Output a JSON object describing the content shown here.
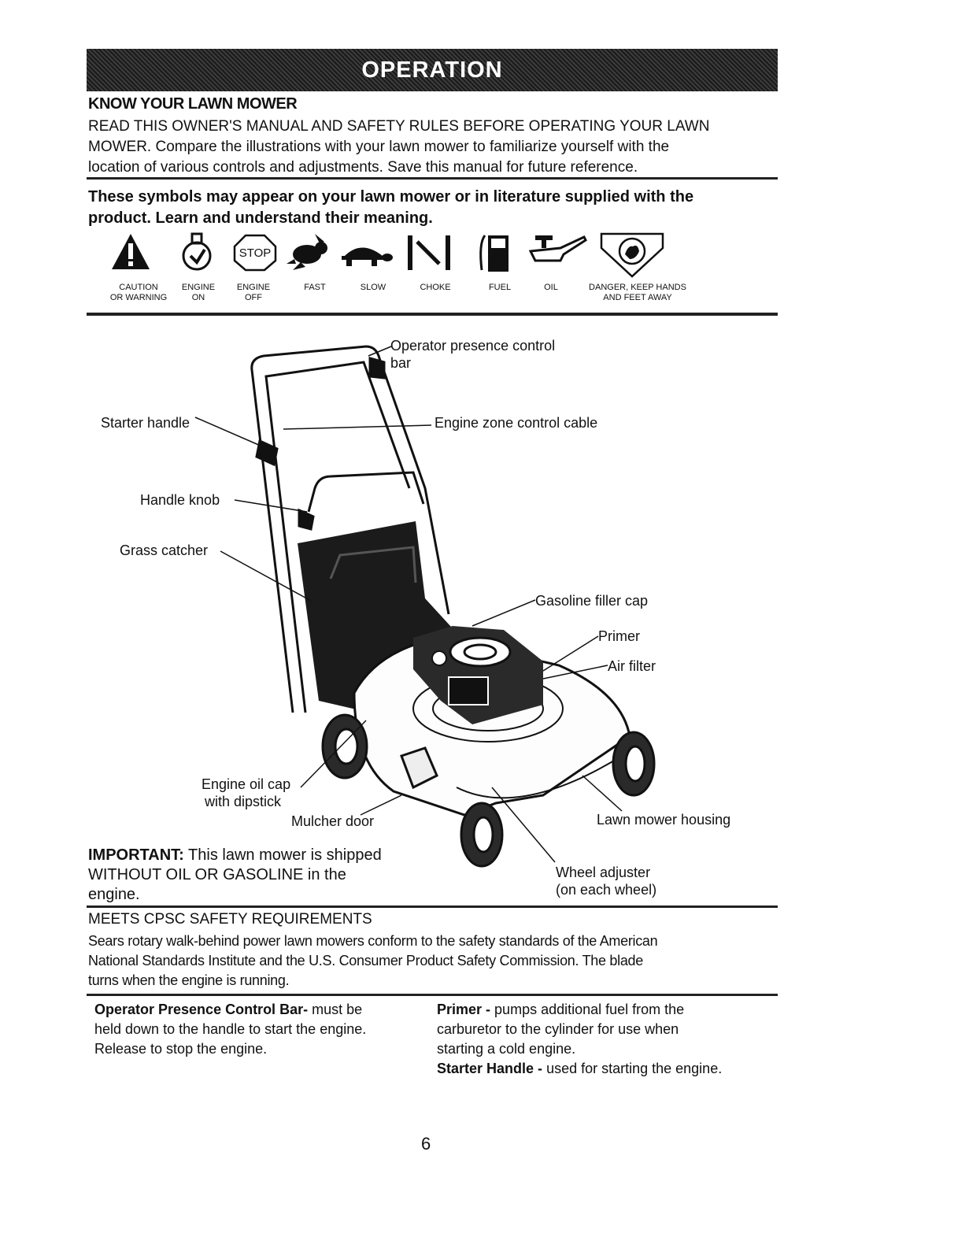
{
  "banner": {
    "title": "OPERATION"
  },
  "know": {
    "heading": "KNOW YOUR LAWN MOWER",
    "intro_lines": [
      "READ THIS OWNER'S MANUAL AND SAFETY RULES BEFORE OPERATING YOUR LAWN",
      "MOWER. Compare the illustrations with your lawn mower to familiarize yourself with the",
      "location of various controls and adjustments. Save this manual for future reference."
    ]
  },
  "symbols": {
    "heading_lines": [
      "These symbols may appear on your lawn mower or in literature supplied with the",
      "product. Learn and understand their meaning."
    ],
    "items": [
      {
        "icon": "caution-triangle-icon",
        "label1": "CAUTION",
        "label2": "OR WARNING"
      },
      {
        "icon": "engine-on-icon",
        "label1": "ENGINE",
        "label2": "ON"
      },
      {
        "icon": "engine-off-stop-icon",
        "label1": "ENGINE",
        "label2": "OFF",
        "icon_text": "STOP"
      },
      {
        "icon": "rabbit-icon",
        "label1": "FAST",
        "label2": ""
      },
      {
        "icon": "turtle-icon",
        "label1": "SLOW",
        "label2": ""
      },
      {
        "icon": "choke-icon",
        "label1": "CHOKE",
        "label2": ""
      },
      {
        "icon": "fuel-pump-icon",
        "label1": "FUEL",
        "label2": ""
      },
      {
        "icon": "oil-can-icon",
        "label1": "OIL",
        "label2": ""
      },
      {
        "icon": "danger-hand-icon",
        "label1": "DANGER, KEEP HANDS",
        "label2": "AND FEET AWAY"
      }
    ]
  },
  "diagram": {
    "callouts": {
      "operator_bar_1": "Operator presence control",
      "operator_bar_2": "bar",
      "starter_handle": "Starter handle",
      "engine_zone": "Engine zone control cable",
      "handle_knob": "Handle knob",
      "grass_catcher": "Grass catcher",
      "gas_cap": "Gasoline filler cap",
      "primer": "Primer",
      "air_filter": "Air filter",
      "oil_cap_1": "Engine oil cap",
      "oil_cap_2": "with dipstick",
      "mulcher": "Mulcher door",
      "housing": "Lawn mower housing",
      "wheel_adj_1": "Wheel adjuster",
      "wheel_adj_2": "(on each wheel)"
    }
  },
  "important": {
    "label": "IMPORTANT:",
    "line1": "This lawn mower is shipped",
    "line2": "WITHOUT OIL OR GASOLINE in the",
    "line3": "engine."
  },
  "cpsc": {
    "heading": "MEETS CPSC SAFETY REQUIREMENTS",
    "lines": [
      "Sears rotary walk-behind power lawn mowers conform to the safety standards of the American",
      "National Standards Institute and the U.S. Consumer Product Safety Commission. The blade",
      "turns when the engine is running."
    ]
  },
  "descriptions": {
    "opc_label": "Operator Presence Control Bar-",
    "opc_text_1": "must be",
    "opc_text_2": "held down to the handle to start the engine.",
    "opc_text_3": "Release to stop the engine.",
    "primer_label": "Primer -",
    "primer_text_1": "pumps additional fuel from the",
    "primer_text_2": "carburetor to the cylinder for use when",
    "primer_text_3": "starting a cold engine.",
    "starter_label": "Starter Handle -",
    "starter_text": "used for starting the engine."
  },
  "footer": {
    "page_number": "6"
  }
}
